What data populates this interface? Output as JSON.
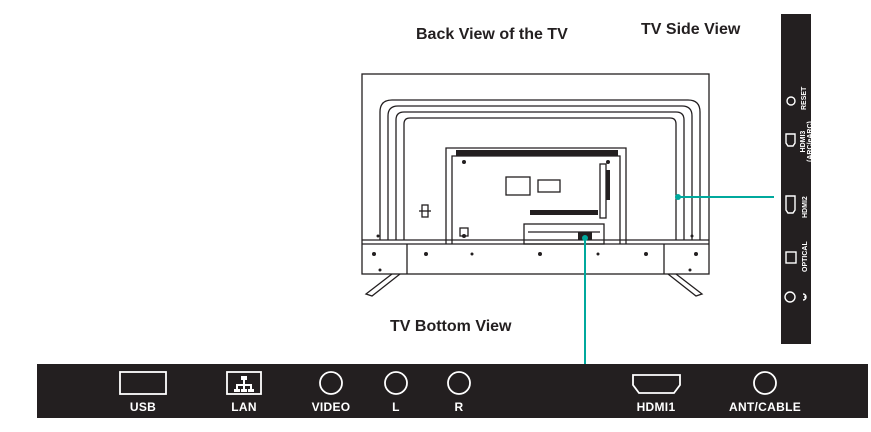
{
  "titles": {
    "back_view": "Back View of the TV",
    "side_view": "TV Side View",
    "bottom_view": "TV Bottom View"
  },
  "bottom_ports": [
    {
      "label": "USB",
      "icon": "usb-port-icon"
    },
    {
      "label": "LAN",
      "icon": "lan-port-icon"
    },
    {
      "label": "VIDEO",
      "icon": "video-jack-icon"
    },
    {
      "label": "L",
      "icon": "audio-l-jack-icon"
    },
    {
      "label": "R",
      "icon": "audio-r-jack-icon"
    },
    {
      "label": "HDMI1",
      "icon": "hdmi-port-icon"
    },
    {
      "label": "ANT/CABLE",
      "icon": "antenna-jack-icon"
    }
  ],
  "side_ports": [
    {
      "label": "RESET",
      "icon": "reset-button-icon"
    },
    {
      "label": "HDMI3\n(ARC/eARC)",
      "line1": "HDMI3",
      "line2": "(ARC/eARC)",
      "icon": "hdmi-port-icon"
    },
    {
      "label": "HDMI2",
      "icon": "hdmi-port-icon"
    },
    {
      "label": "OPTICAL",
      "icon": "optical-port-icon"
    },
    {
      "label": "",
      "icon": "headphone-icon"
    }
  ],
  "colors": {
    "panel": "#231f20",
    "callout": "#00a99d",
    "outline": "#231f20"
  }
}
